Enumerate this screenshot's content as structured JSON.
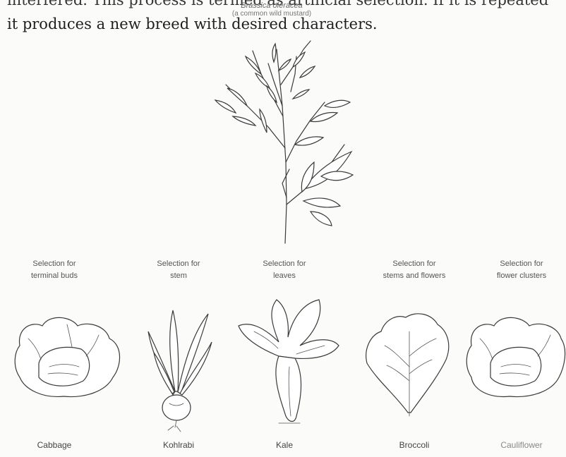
{
  "text": {
    "line1": "interfered. This process is termed as artificial selection. If it is repeated",
    "line2": "it produces a new breed with desired characters."
  },
  "wild_plant": {
    "scientific_name": "Brassica oleracea",
    "common_name": "(a common wild mustard)"
  },
  "selections": [
    {
      "line1": "Selection for",
      "line2": "terminal buds",
      "vegetable": "Cabbage"
    },
    {
      "line1": "Selection for",
      "line2": "stem",
      "vegetable": "Kohlrabi"
    },
    {
      "line1": "Selection for",
      "line2": "leaves",
      "vegetable": "Kale"
    },
    {
      "line1": "Selection for",
      "line2": "stems and flowers",
      "vegetable": "Broccoli"
    },
    {
      "line1": "Selection for",
      "line2": "flower clusters",
      "vegetable": "Cauliflower"
    }
  ]
}
